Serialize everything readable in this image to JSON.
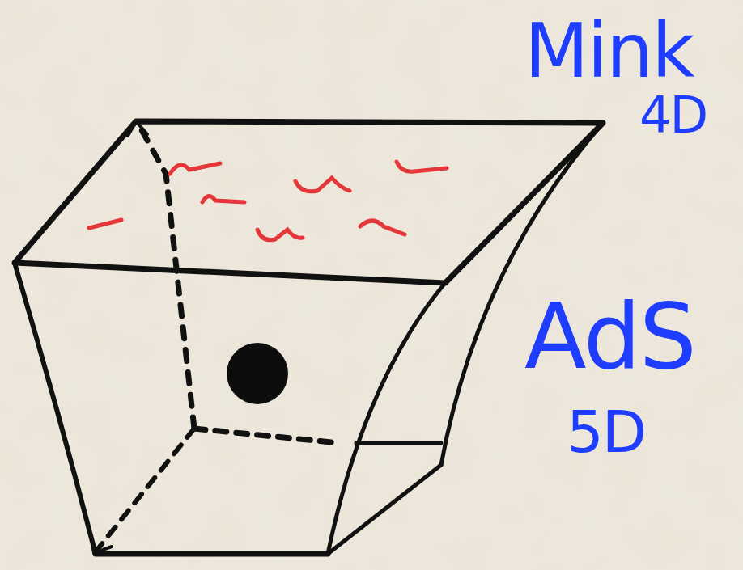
{
  "diagram": {
    "labels": [
      "Mink",
      "4D",
      "AdS",
      "5D"
    ]
  }
}
